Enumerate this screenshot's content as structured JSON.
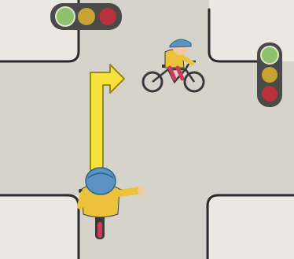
{
  "colors": {
    "sidewalk": "#ebe8e1",
    "road": "#d6d3cb",
    "curb_line": "#2b2b2b",
    "signal_housing": "#4a4a4a",
    "light_green": "#8fc06b",
    "light_yellow": "#c8a233",
    "light_red": "#b8323b",
    "arrow_fill": "#f5e23a",
    "arrow_stroke": "#9a8a10",
    "rider_shirt": "#ecc23a",
    "helmet": "#5b93c2",
    "skin": "#f4c9a0",
    "bike_dark": "#3a3a3a",
    "bike_accent": "#d23a5a"
  },
  "icons": {
    "signal_top": "traffic-light-horizontal-icon",
    "signal_right": "traffic-light-vertical-icon",
    "turn_arrow": "arrow-up-right-icon",
    "rider_near": "cyclist-top-view-icon",
    "rider_far": "cyclist-side-view-icon"
  },
  "signals": {
    "top": {
      "orientation": "horizontal",
      "order": [
        "green",
        "yellow",
        "red"
      ]
    },
    "right": {
      "orientation": "vertical",
      "order": [
        "green",
        "yellow",
        "red"
      ]
    }
  }
}
